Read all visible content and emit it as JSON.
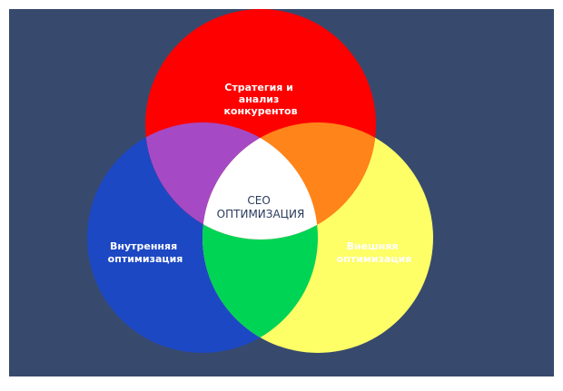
{
  "diagram": {
    "background": "#374a6d",
    "sets": [
      {
        "id": "top",
        "label_lines": [
          "Стратегия и",
          "анализ",
          "конкурентов"
        ],
        "color": "#fe0000",
        "label_color": "#ffffff"
      },
      {
        "id": "left",
        "label_lines": [
          "Внутренняя",
          "оптимизация"
        ],
        "color": "#1d48c4",
        "label_color": "#ffffff"
      },
      {
        "id": "right",
        "label_lines": [
          "Внешняя",
          "оптимизация"
        ],
        "color": "#fefe66",
        "label_color": "#ffffff"
      }
    ],
    "overlaps": {
      "top_left": "#a54ac4",
      "top_right": "#ff8419",
      "left_right": "#00d455",
      "center": "#ffffff"
    },
    "center_label_lines": [
      "СЕО",
      "ОПТИМИЗАЦИЯ"
    ],
    "center_label_color": "#2a3a5c"
  }
}
